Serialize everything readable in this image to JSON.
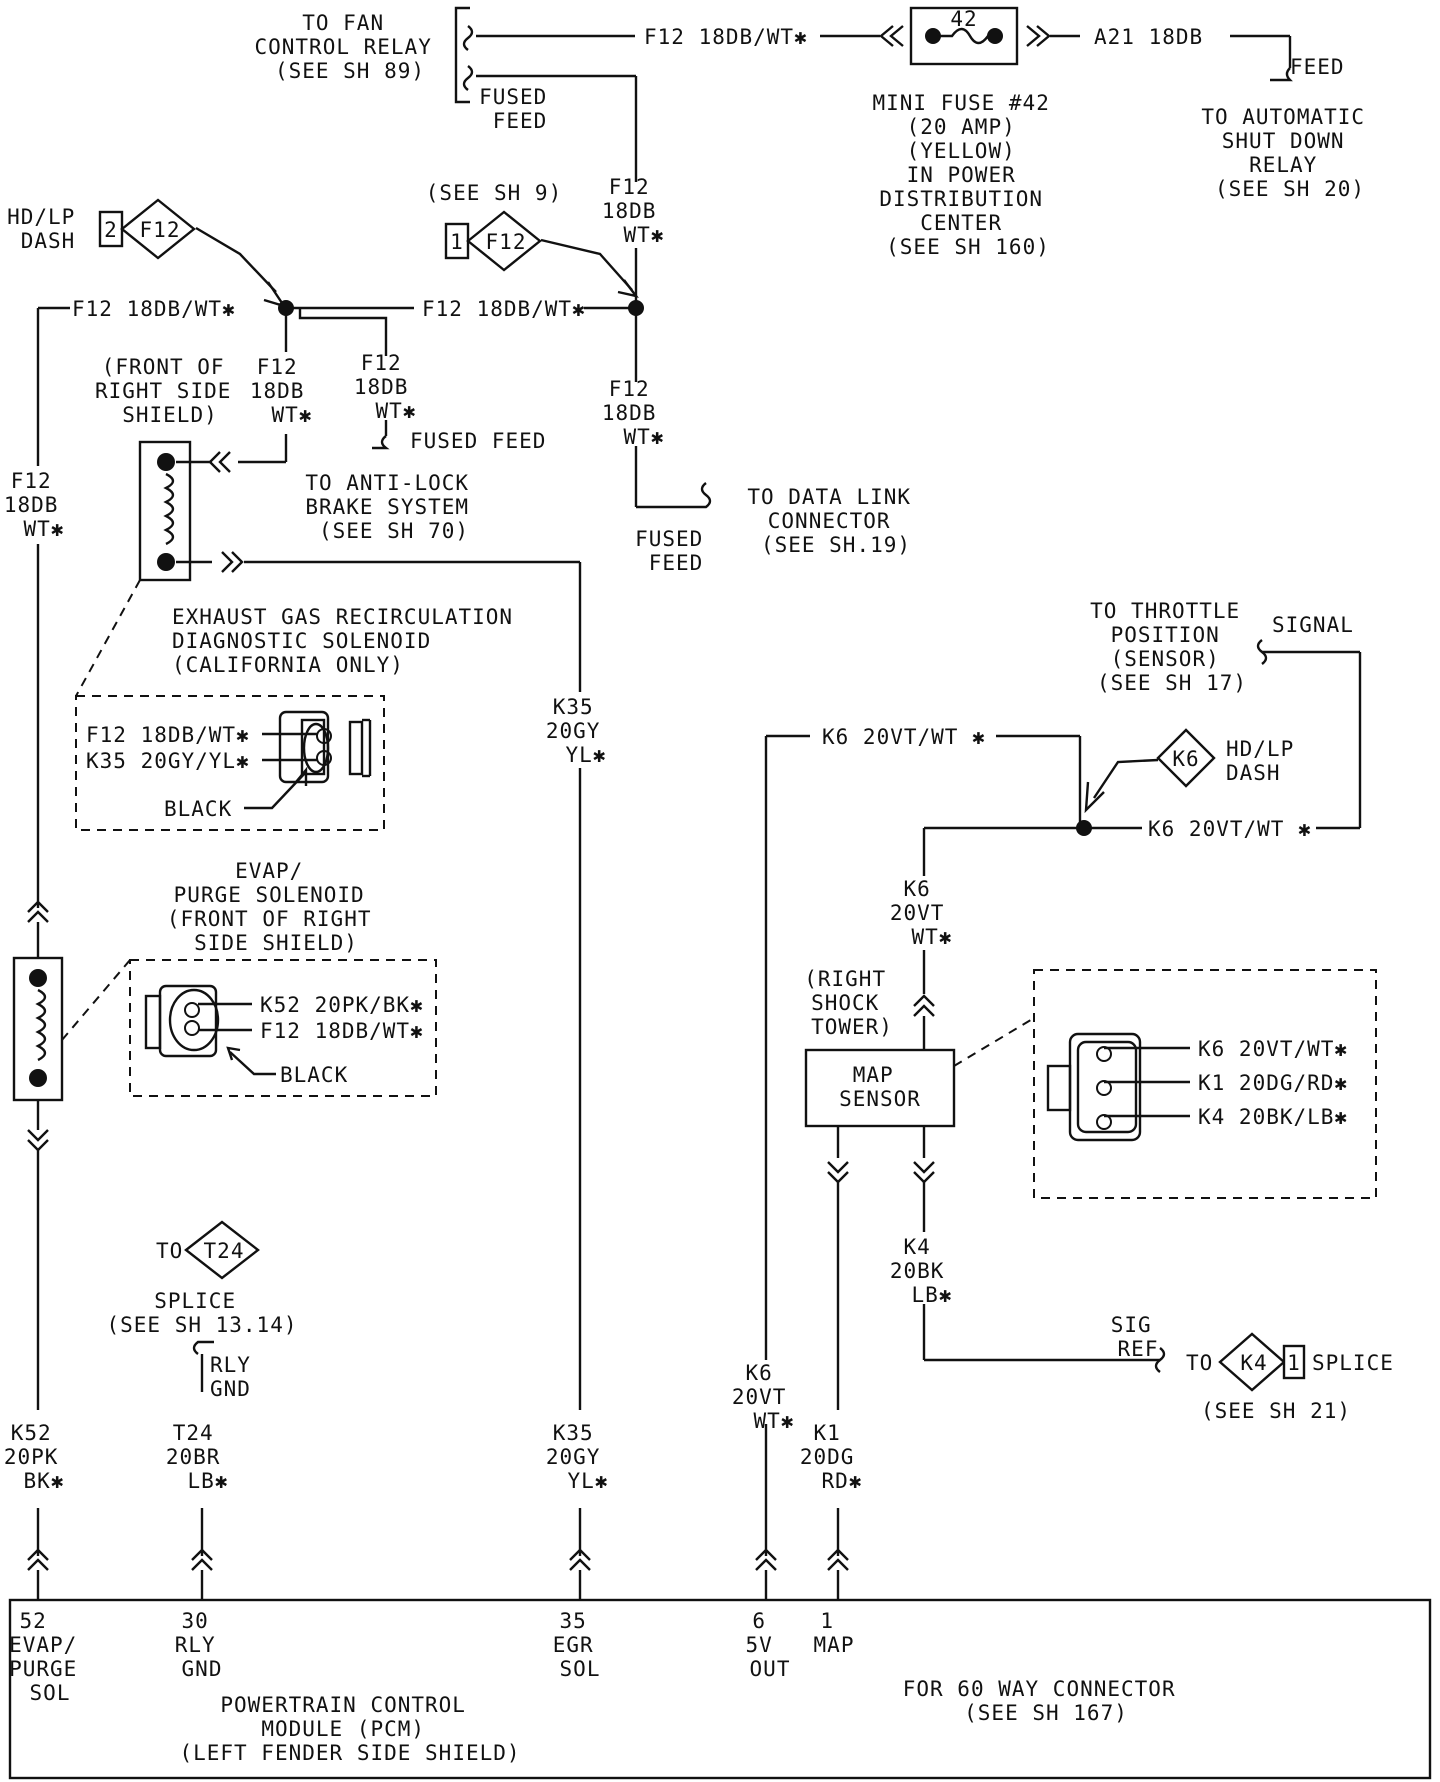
{
  "labels": {
    "fan_relay": [
      "TO FAN",
      "CONTROL RELAY",
      "(SEE SH 89)"
    ],
    "fused_feed_top": [
      "FUSED",
      "FEED"
    ],
    "f12_top_wire": "F12 18DB/WT✱",
    "fuse_number": "42",
    "a21_wire": "A21 18DB",
    "feed": "FEED",
    "asd_relay": [
      "TO AUTOMATIC",
      "SHUT DOWN",
      "RELAY",
      "(SEE SH 20)"
    ],
    "mini_fuse": [
      "MINI FUSE #42",
      "(20 AMP)",
      "(YELLOW)",
      "IN POWER",
      "DISTRIBUTION",
      "CENTER",
      "(SEE SH 160)"
    ],
    "see_sh9": "(SEE SH 9)",
    "splice_f12_1_num": "1",
    "splice_f12_1_name": "F12",
    "f12_vertical_a": [
      "F12",
      "18DB",
      "WT✱"
    ],
    "hdlp_dash": [
      "HD/LP",
      "DASH"
    ],
    "splice_f12_2_num": "2",
    "splice_f12_2_name": "F12",
    "f12_left_wire": "F12 18DB/WT✱",
    "f12_mid_wire": "F12 18DB/WT✱",
    "f12_vertical_b": [
      "F12",
      "18DB",
      "WT✱"
    ],
    "f12_vertical_c": [
      "F12",
      "18DB",
      "WT✱"
    ],
    "f12_vertical_d": [
      "F12",
      "18DB",
      "WT✱"
    ],
    "f12_vertical_left": [
      "F12",
      "18DB",
      "WT✱"
    ],
    "fused_feed_abs": "FUSED FEED",
    "abs": [
      "TO ANTI-LOCK",
      "BRAKE SYSTEM",
      "(SEE SH 70)"
    ],
    "front_right_shield": [
      "(FRONT OF",
      "RIGHT SIDE",
      "SHIELD)"
    ],
    "data_link": [
      "TO DATA LINK",
      "CONNECTOR",
      "(SEE SH.19)"
    ],
    "fused_feed_dlc": [
      "FUSED",
      "FEED"
    ],
    "egr_solenoid": [
      "EXHAUST GAS RECIRCULATION",
      "DIAGNOSTIC SOLENOID",
      "(CALIFORNIA ONLY)"
    ],
    "egr_conn_pins": [
      "F12 18DB/WT✱",
      "K35 20GY/YL✱"
    ],
    "black": "BLACK",
    "k35_vertical": [
      "K35",
      "20GY",
      "YL✱"
    ],
    "tps": [
      "TO THROTTLE",
      "POSITION",
      "(SENSOR)",
      "(SEE SH 17)"
    ],
    "signal": "SIGNAL",
    "k6_top_wire": "K6 20VT/WT ✱",
    "splice_k6_name": "K6",
    "hdlp_dash_k6": [
      "HD/LP",
      "DASH"
    ],
    "k6_right_wire": "K6 20VT/WT ✱",
    "k6_vertical": [
      "K6",
      "20VT",
      "WT✱"
    ],
    "evap_solenoid": [
      "EVAP/",
      "PURGE SOLENOID",
      "(FRONT OF RIGHT",
      "SIDE SHIELD)"
    ],
    "evap_conn_pins": [
      "K52 20PK/BK✱",
      "F12 18DB/WT✱"
    ],
    "black2": "BLACK",
    "shock_tower": [
      "(RIGHT",
      "SHOCK",
      "TOWER)"
    ],
    "map_sensor": [
      "MAP",
      "SENSOR"
    ],
    "map_conn_pins": [
      "K6 20VT/WT✱",
      "K1 20DG/RD✱",
      "K4 20BK/LB✱"
    ],
    "k4_vertical": [
      "K4",
      "20BK",
      "LB✱"
    ],
    "to": "TO",
    "splice_t24_name": "T24",
    "splice_t24_desc": [
      "SPLICE",
      "(SEE SH 13.14)"
    ],
    "sig_ref": [
      "SIG",
      "REF"
    ],
    "to_k4": "TO",
    "splice_k4_name": "K4",
    "splice_k4_num": "1",
    "splice_label": "SPLICE",
    "see_sh21": "(SEE SH 21)",
    "rly_gnd_wire": [
      "RLY",
      "GND"
    ],
    "k52_bottom": [
      "K52",
      "20PK",
      "BK✱"
    ],
    "t24_bottom": [
      "T24",
      "20BR",
      "LB✱"
    ],
    "k35_bottom": [
      "K35",
      "20GY",
      "YL✱"
    ],
    "k6_bottom": [
      "K6",
      "20VT",
      "WT✱"
    ],
    "k1_bottom": [
      "K1",
      "20DG",
      "RD✱"
    ],
    "pcm_pins": [
      [
        "52",
        "EVAP/",
        "PURGE",
        "SOL"
      ],
      [
        "30",
        "RLY",
        "GND"
      ],
      [
        "35",
        "EGR",
        "SOL"
      ],
      [
        "6",
        "5V",
        "OUT"
      ],
      [
        "1",
        "MAP"
      ]
    ],
    "pcm_name": [
      "POWERTRAIN CONTROL",
      "MODULE (PCM)",
      "(LEFT FENDER SIDE SHIELD)"
    ],
    "connector_note": [
      "FOR 60 WAY CONNECTOR",
      "(SEE SH 167)"
    ]
  }
}
